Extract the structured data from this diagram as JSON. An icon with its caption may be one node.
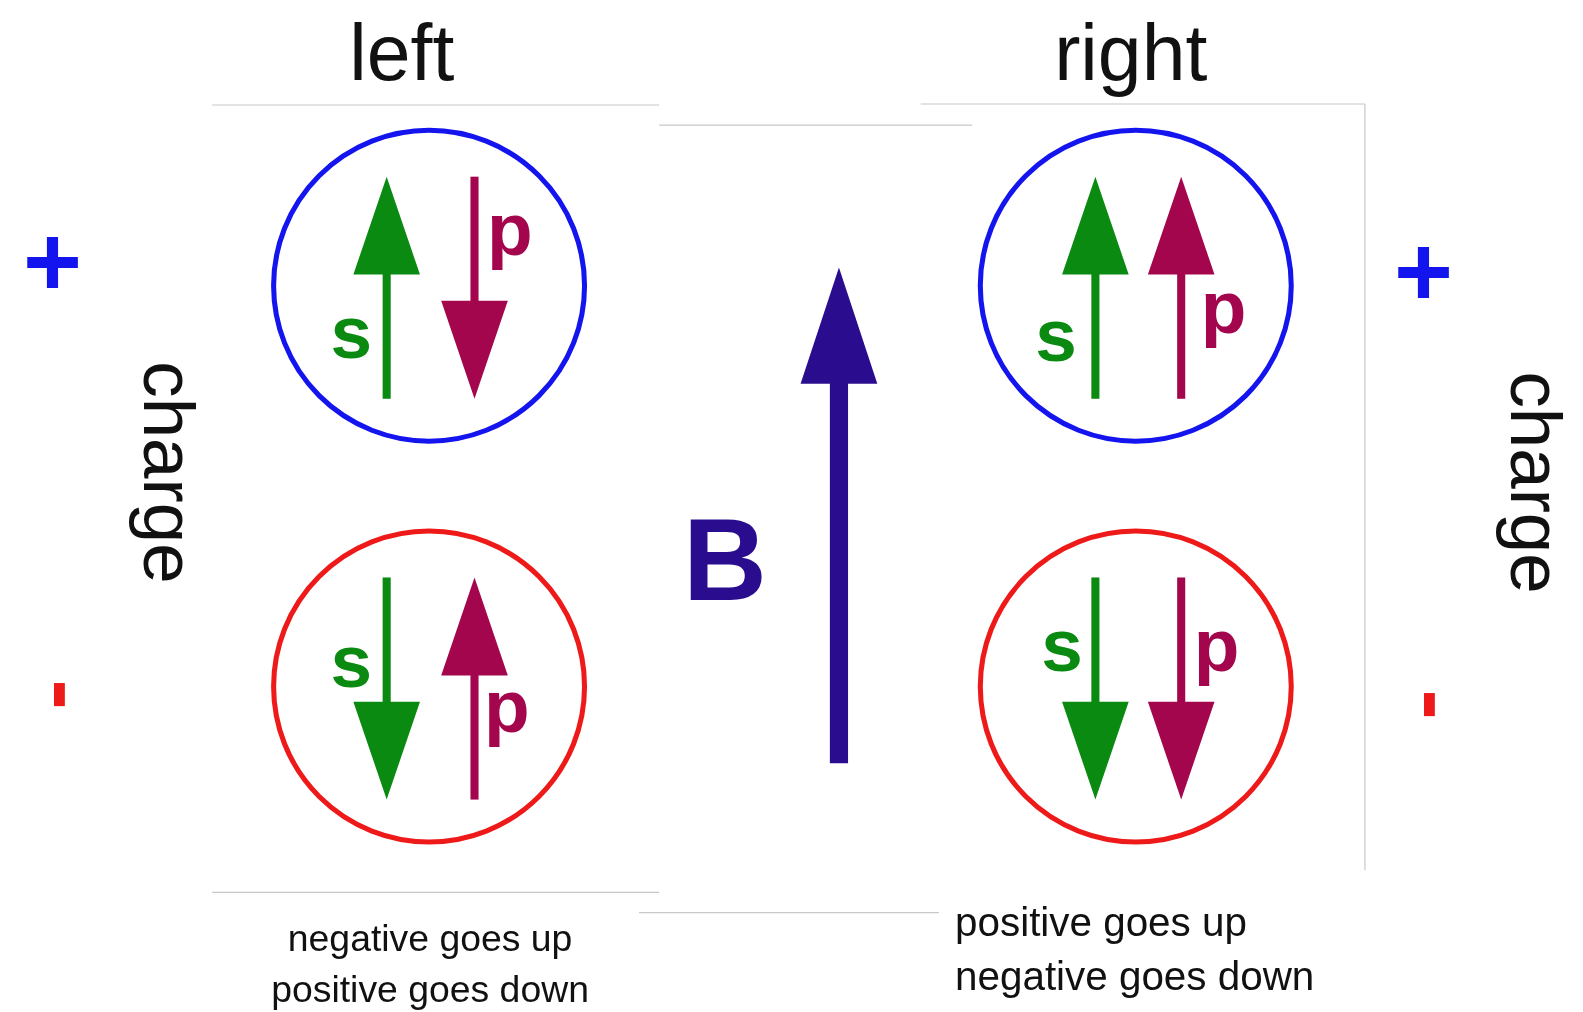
{
  "diagram": {
    "nodes": [
      {
        "text": [
          "s",
          "p"
        ]
      },
      {
        "text": [
          "s",
          "p"
        ]
      },
      {
        "text": [
          "s",
          "p"
        ]
      },
      {
        "text": [
          "s",
          "p"
        ]
      }
    ],
    "labels": [
      "left",
      "right",
      "+",
      "charge",
      "-",
      "B",
      "+",
      "charge",
      "-",
      "negative goes up positive goes down",
      "positive goes up negative goes down"
    ]
  }
}
